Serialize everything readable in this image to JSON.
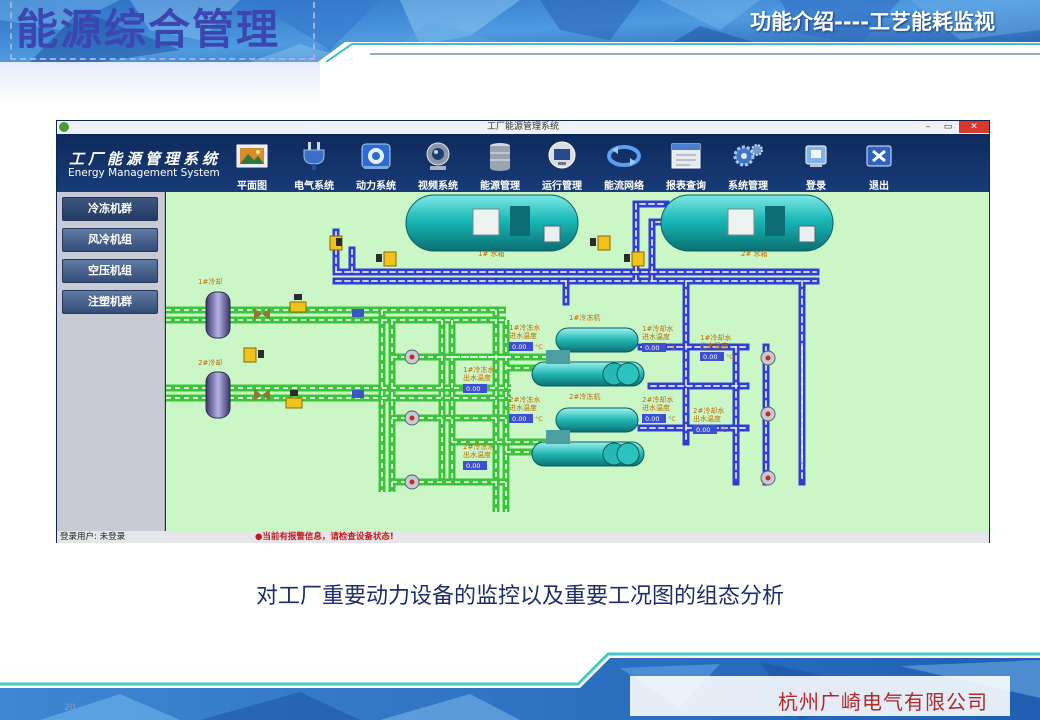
{
  "slide": {
    "title": "能源综合管理",
    "subtitle": "功能介绍----工艺能耗监视",
    "caption": "对工厂重要动力设备的监控以及重要工况图的组态分析",
    "company": "杭州广崎电气有限公司",
    "page_number": "20"
  },
  "window": {
    "title": "工厂能源管理系统",
    "minimize": "–",
    "maximize": "▭",
    "close": "✕"
  },
  "app": {
    "logo_cn": "工厂能源管理系统",
    "logo_en": "Energy Management System"
  },
  "toolbar": [
    {
      "label": "平面图",
      "icon": "floor-plan-icon"
    },
    {
      "label": "电气系统",
      "icon": "power-plug-icon"
    },
    {
      "label": "动力系统",
      "icon": "power-system-icon"
    },
    {
      "label": "视频系统",
      "icon": "camera-icon"
    },
    {
      "label": "能源管理",
      "icon": "database-icon"
    },
    {
      "label": "运行管理",
      "icon": "monitor-icon"
    },
    {
      "label": "能流网络",
      "icon": "network-icon"
    },
    {
      "label": "报表查询",
      "icon": "report-icon"
    },
    {
      "label": "系统管理",
      "icon": "gear-icon"
    },
    {
      "label": "登录",
      "icon": "login-icon"
    },
    {
      "label": "退出",
      "icon": "exit-icon"
    }
  ],
  "sidebar": [
    {
      "label": "冷冻机群"
    },
    {
      "label": "风冷机组"
    },
    {
      "label": "空压机组"
    },
    {
      "label": "注塑机群"
    }
  ],
  "diagram": {
    "tank1": "1# 水箱",
    "tank2": "2# 水箱",
    "cooler1": "1#冷却",
    "cooler2": "2#冷却",
    "chiller1": "1#冷冻机",
    "chiller2": "2#冷冻机",
    "ch1_in_l1": "1#冷冻水",
    "ch1_in_l2": "进水温度",
    "ch1_in_val": "0.00",
    "ch1_out_l1": "1#冷冻水",
    "ch1_out_l2": "出水温度",
    "ch1_out_val": "0.00",
    "cw1_in_l1": "1#冷却水",
    "cw1_in_l2": "进水温度",
    "cw1_in_val": "0.00",
    "cw1_out_l1": "1#冷却水",
    "cw1_out_l2": "出水温度",
    "cw1_out_val": "0.00",
    "ch2_in_l1": "2#冷冻水",
    "ch2_in_l2": "进水温度",
    "ch2_in_val": "0.00",
    "ch2_out_l1": "2#冷冻水",
    "ch2_out_l2": "出水温度",
    "ch2_out_val": "0.00",
    "cw2_in_l1": "2#冷却水",
    "cw2_in_l2": "进水温度",
    "cw2_in_val": "0.00",
    "cw2_out_l1": "2#冷却水",
    "cw2_out_l2": "出水温度",
    "cw2_out_val": "0.00",
    "unit": "°C"
  },
  "status": {
    "user": "登录用户: 未登录",
    "alarm": "●当前有报警信息，请检查设备状态!"
  },
  "colors": {
    "header_blue": "#1f5fb2",
    "canvas_green": "#cbf7c6",
    "pipe_blue": "#2f3fd6",
    "pipe_green": "#3cc43c",
    "valve_yellow": "#f2c21c",
    "tank_teal": "#16b6b4",
    "window_navy": "#15336a",
    "company_red": "#b0292d"
  }
}
